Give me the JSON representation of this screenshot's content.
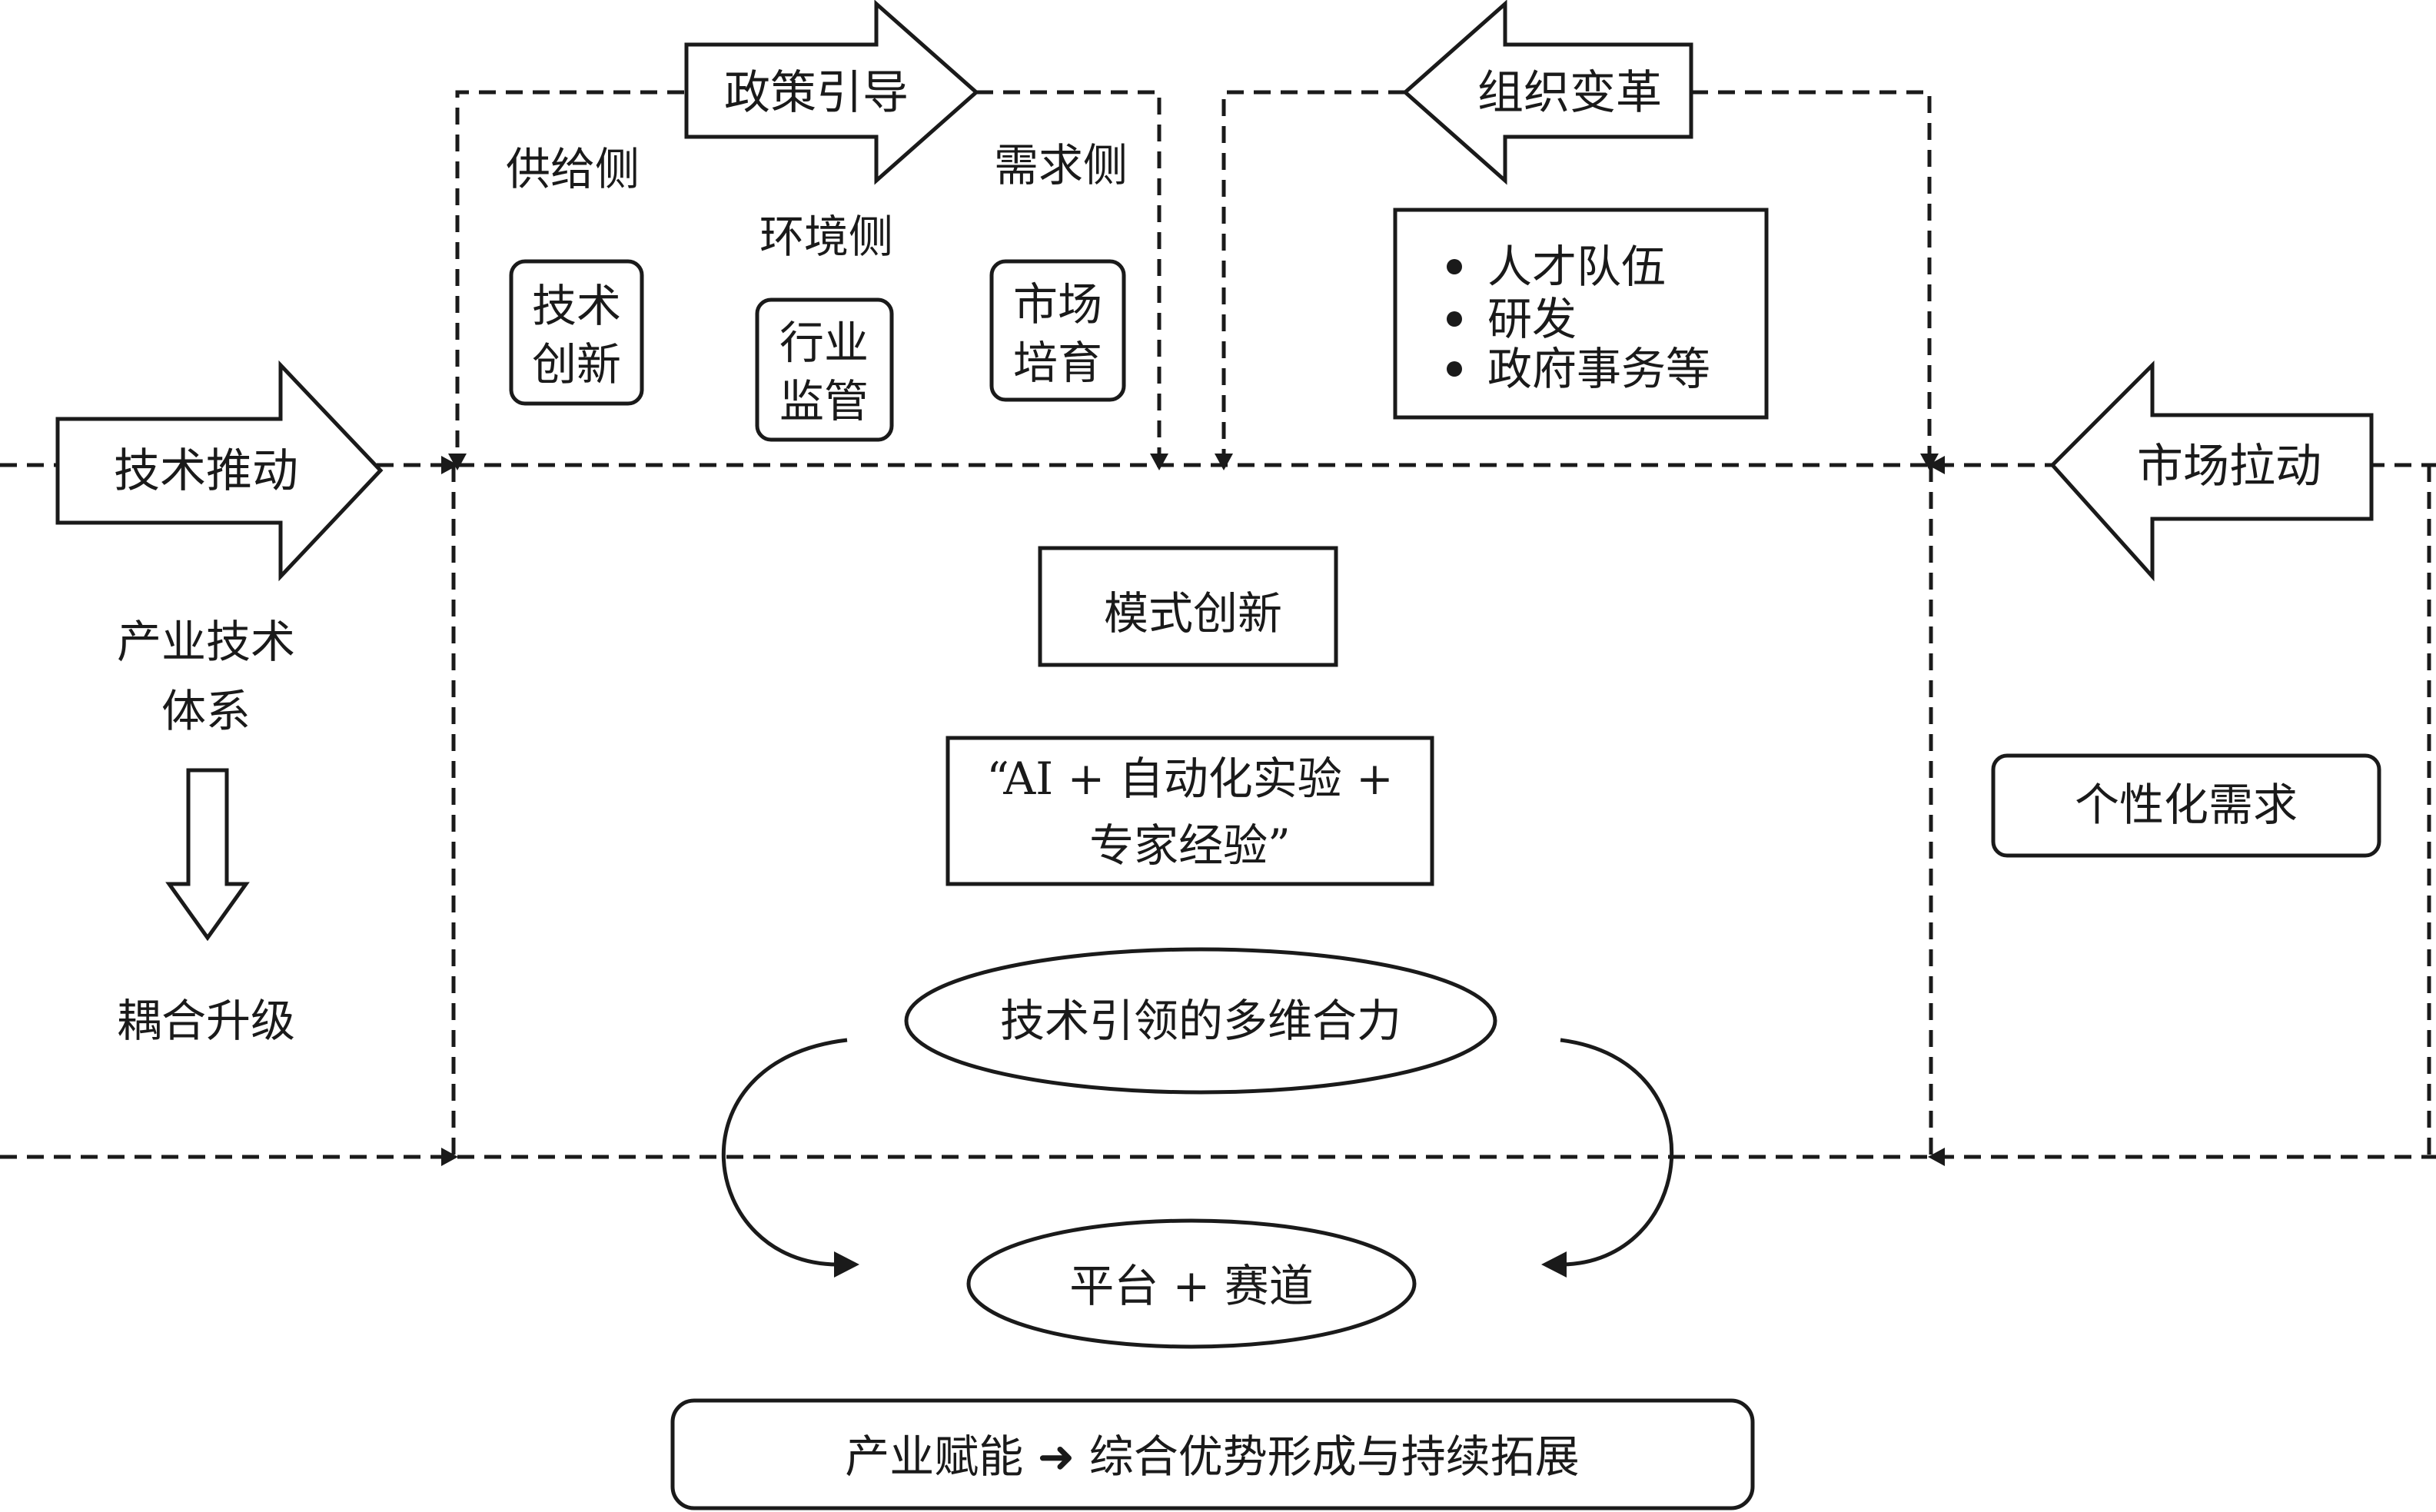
{
  "arrows": {
    "policy_guidance": "政策引导",
    "org_reform": "组织变革",
    "tech_push": "技术推动",
    "market_pull": "市场拉动"
  },
  "policy": {
    "supply_side": "供给侧",
    "environment_side": "环境侧",
    "demand_side": "需求侧",
    "tech_innovation": [
      "技术",
      "创新"
    ],
    "industry_regulation": [
      "行业",
      "监管"
    ],
    "market_cultivation": [
      "市场",
      "培育"
    ]
  },
  "org_items": [
    "人才队伍",
    "研发",
    "政府事务等"
  ],
  "left_panel": {
    "system": [
      "产业技术",
      "体系"
    ],
    "coupling": "耦合升级"
  },
  "center": {
    "mode_innovation": "模式创新",
    "ai_formula": [
      "“AI + 自动化实验 +",
      "专家经验”"
    ],
    "synergy": "技术引领的多维合力",
    "platform": "平台 + 赛道"
  },
  "right_panel": {
    "personalized_demand": "个性化需求"
  },
  "bottom": {
    "empowerment": "产业赋能 ➜ 综合优势形成与持续拓展"
  }
}
